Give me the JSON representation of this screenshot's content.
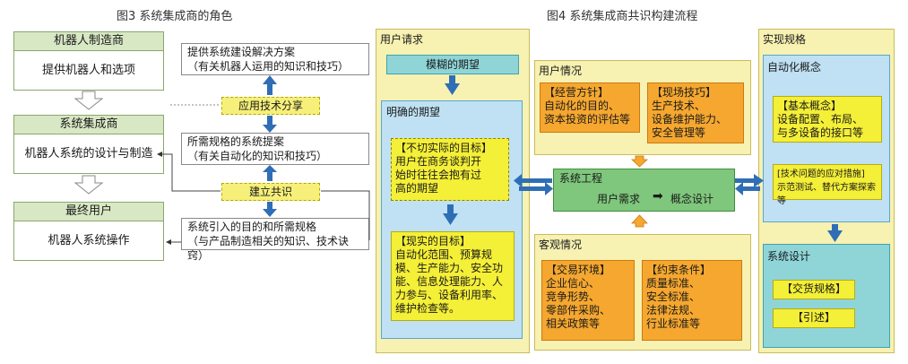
{
  "fig3": {
    "title": "图3  系统集成商的角色",
    "maker": {
      "head": "机器人制造商",
      "body": "提供机器人和选项"
    },
    "integrator": {
      "head": "系统集成商",
      "body": "机器人系统的设计与制造"
    },
    "enduser": {
      "head": "最终用户",
      "body": "机器人系统操作"
    },
    "solution": [
      "提供系统建设解决方案",
      "（有关机器人运用的知识和技巧）"
    ],
    "share": "应用技术分享",
    "proposal": [
      "所需规格的系统提案",
      "（有关自动化的知识和技巧）"
    ],
    "consensus": "建立共识",
    "purpose": [
      "系统引入的目的和所需规格",
      "（与产品制造相关的知识、技术诀窍）"
    ]
  },
  "fig4": {
    "title": "图4    系统集成商共识构建流程",
    "user_request": {
      "title": "用户请求",
      "vague": "模糊的期望",
      "clear_title": "明确的期望",
      "unrealistic": [
        "【不切实际的目标】",
        "用户在商务谈判开",
        "始时往往会抱有过",
        "高的期望"
      ],
      "realistic": [
        "【现实的目标】",
        "自动化范围、预算规",
        "模、生产能力、安全功",
        "能、信息处理能力、人",
        "力参与、设备利用率、",
        "维护检查等。"
      ]
    },
    "user_situation": {
      "title": "用户情况",
      "policy": [
        "【经营方针】",
        "自动化的目的、",
        "资本投资的评估等"
      ],
      "site": [
        "【现场技巧】",
        "生产技术、",
        "设备维护能力、",
        "安全管理等"
      ]
    },
    "sys_eng": {
      "title": "系统工程",
      "need": "用户需求",
      "arrow": "➡",
      "concept": "概念设计"
    },
    "objective": {
      "title": "客观情况",
      "trade": [
        "【交易环境】",
        "企业信心、",
        "竞争形势、",
        "零部件采购、",
        "相关政策等"
      ],
      "constraint": [
        "【约束条件】",
        "质量标准、",
        "安全标准、",
        "法律法规、",
        "行业标准等"
      ]
    },
    "spec": {
      "title": "实现规格",
      "auto_concept": "自动化概念",
      "basic": [
        "【基本概念】",
        "设备配置、布局、",
        "与多设备的接口等"
      ],
      "tech": [
        "[技术问题的应对措施]",
        "示范测试、替代方案探索等"
      ],
      "design_title": "系统设计",
      "delivery": "【交货规格】",
      "intro": "【引述】"
    }
  }
}
